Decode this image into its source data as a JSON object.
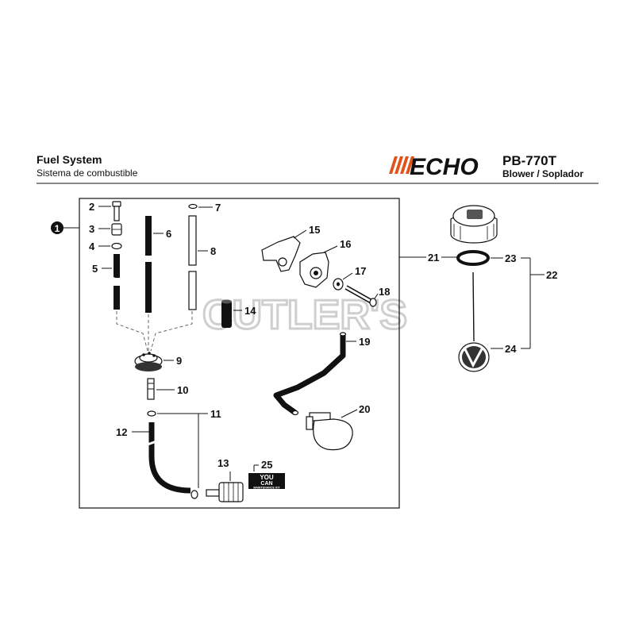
{
  "header": {
    "title": "Fuel System",
    "subtitle": "Sistema de combustible",
    "brand": "ECHO",
    "model": "PB-770T",
    "model_description": "Blower / Soplador"
  },
  "watermark": "CUTLER'S",
  "kit_badge": {
    "line1": "YOU",
    "line2": "CAN",
    "line3": "MAINTENANCE KIT"
  },
  "callouts": {
    "c1": "1",
    "c2": "2",
    "c3": "3",
    "c4": "4",
    "c5": "5",
    "c6": "6",
    "c7": "7",
    "c8": "8",
    "c9": "9",
    "c10": "10",
    "c11": "11",
    "c12": "12",
    "c13": "13",
    "c14": "14",
    "c15": "15",
    "c16": "16",
    "c17": "17",
    "c18": "18",
    "c19": "19",
    "c20": "20",
    "c21": "21",
    "c22": "22",
    "c23": "23",
    "c24": "24",
    "c25": "25"
  },
  "colors": {
    "line": "#111111",
    "watermark": "#cfcfcf",
    "brand_stripes": "#e2531b"
  }
}
